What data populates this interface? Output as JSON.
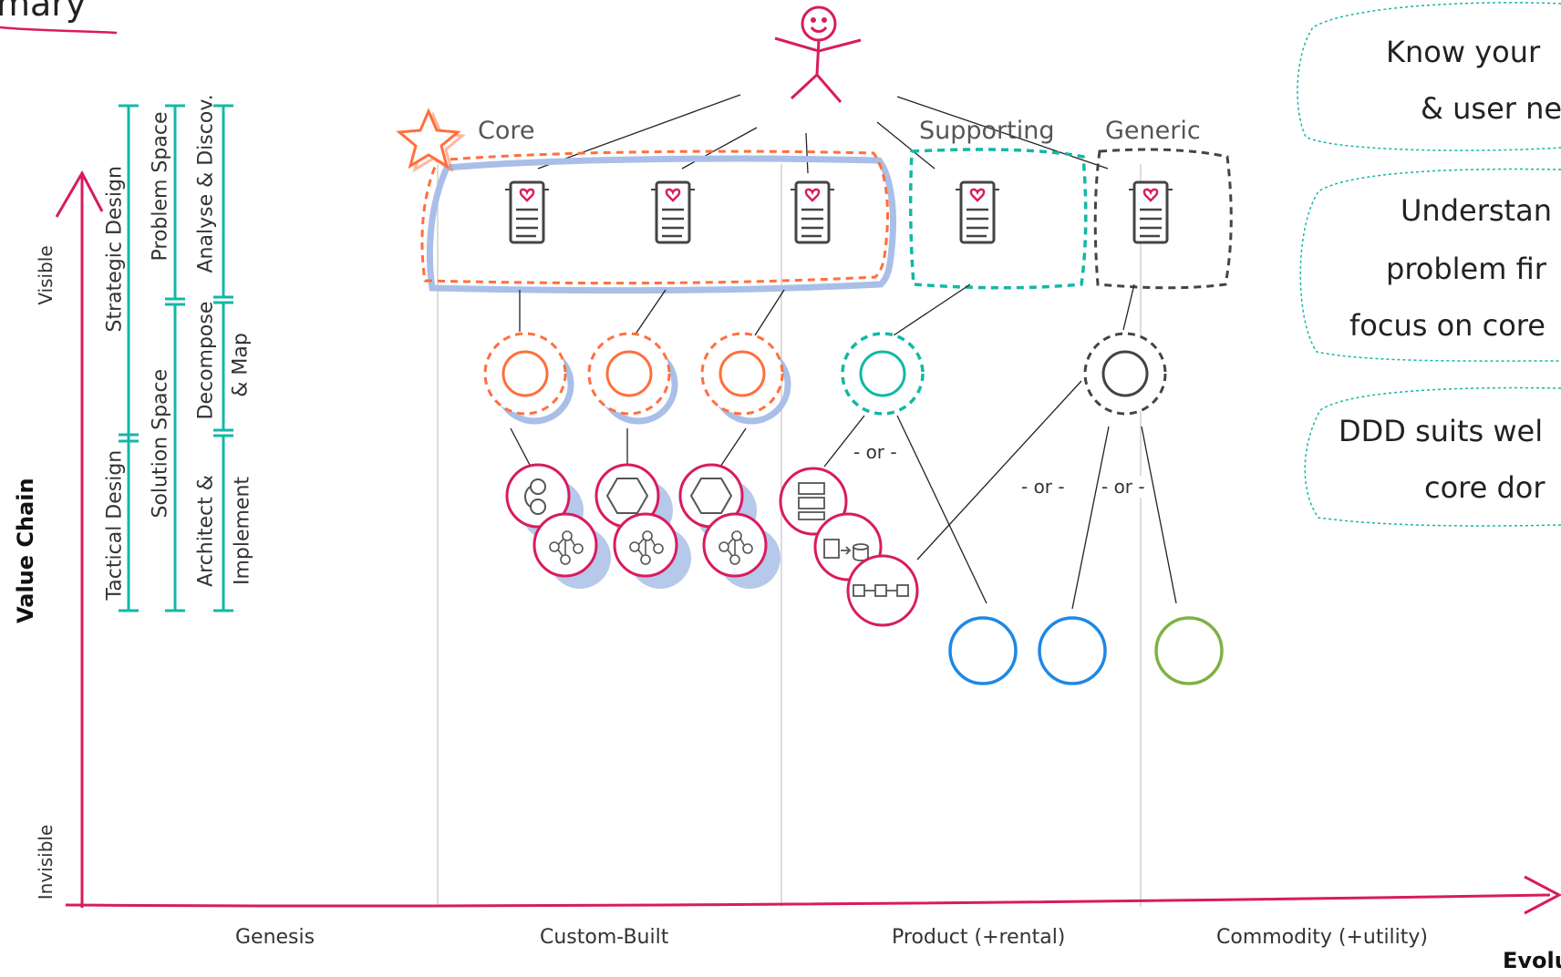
{
  "title_fragment": "mary",
  "axes": {
    "y_label": "Value Chain",
    "y_top": "Visible",
    "y_bottom": "Invisible",
    "x_label": "Evolu",
    "stages": [
      "Genesis",
      "Custom-Built",
      "Product (+rental)",
      "Commodity (+utility)"
    ]
  },
  "spans": {
    "strategic_design": "Strategic Design",
    "tactical_design": "Tactical Design",
    "problem_space": "Problem Space",
    "solution_space": "Solution Space",
    "analyse": "Analyse & Discov.",
    "decompose_1": "Decompose",
    "decompose_2": "& Map",
    "architect_1": "Architect &",
    "architect_2": "Implement"
  },
  "subdomains": {
    "core": "Core",
    "supporting": "Supporting",
    "generic": "Generic"
  },
  "choice_labels": [
    "- or -",
    "- or -",
    "- or -"
  ],
  "notes": [
    {
      "lines": [
        "Know your",
        "& user ne"
      ]
    },
    {
      "lines": [
        "Understan",
        "problem fir",
        "focus on core"
      ]
    },
    {
      "lines": [
        "DDD suits wel",
        "core dor"
      ]
    }
  ],
  "colors": {
    "axis": "#d81b60",
    "core": "#ff6f3c",
    "supporting": "#12b8a6",
    "generic": "#444444",
    "bounded_context": "#d81b60",
    "shadow": "#a9bfe8",
    "product": "#1e88e5",
    "commodity": "#7cb342",
    "span_bar": "#12b8a6"
  },
  "icons": [
    "user-stick-figure-icon",
    "star-icon",
    "document-heart-icon",
    "aggregate-icon",
    "hexagon-icon",
    "graph-icon",
    "table-icon",
    "storage-icon",
    "pipeline-icon"
  ]
}
